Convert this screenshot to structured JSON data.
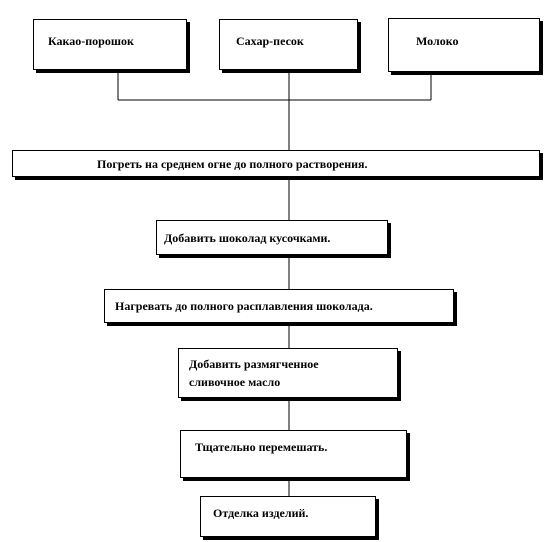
{
  "ingredients": [
    "Какао-порошок",
    "Сахар-песок",
    "Молоко"
  ],
  "steps": [
    "Погреть на среднем огне до полного растворения.",
    "Добавить шоколад кусочками.",
    "Нагревать до полного расплавления шоколада.",
    "Добавить размягченное",
    "сливочное масло",
    "Тщательно перемешать.",
    "Отделка изделий."
  ],
  "colors": {
    "stroke": "#000000",
    "background": "#ffffff"
  }
}
